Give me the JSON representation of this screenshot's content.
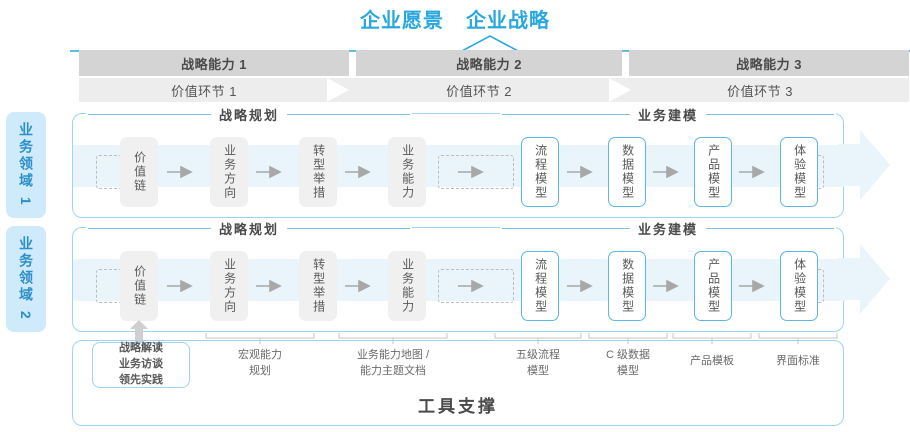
{
  "header": {
    "title_vision": "企业愿景",
    "title_strategy": "企业战略",
    "accent_color": "#29a8e0"
  },
  "capabilities": [
    {
      "label": "战略能力 1"
    },
    {
      "label": "战略能力 2"
    },
    {
      "label": "战略能力 3"
    }
  ],
  "value_stages": [
    {
      "label": "价值环节 1"
    },
    {
      "label": "价值环节 2"
    },
    {
      "label": "价值环节 3"
    }
  ],
  "domains": [
    {
      "label": "业务领域 1"
    },
    {
      "label": "业务领域 2"
    }
  ],
  "sections": {
    "planning": "战略规划",
    "modeling": "业务建模"
  },
  "steps_planning": [
    {
      "label": "价值链"
    },
    {
      "label": "业务方向"
    },
    {
      "label": "转型举措"
    },
    {
      "label": "业务能力"
    }
  ],
  "steps_modeling": [
    {
      "label": "流程模型"
    },
    {
      "label": "数据模型"
    },
    {
      "label": "产品模型"
    },
    {
      "label": "体验模型"
    }
  ],
  "tool_support": {
    "pill": "战略解读\n业务访谈\n领先实践",
    "labels": [
      {
        "label": "宏观能力\n规划"
      },
      {
        "label": "业务能力地图 /\n能力主题文档"
      },
      {
        "label": "五级流程\n模型"
      },
      {
        "label": "C 级数据\n模型"
      },
      {
        "label": "产品模板"
      },
      {
        "label": "界面标准"
      }
    ],
    "footer": "工具支撑"
  },
  "colors": {
    "blue": "#29a8e0",
    "light_blue_tab": "#cfeafa",
    "band": "#e9f4fb",
    "gray_bar": "#d4d4d4",
    "light_gray_bar": "#ededed",
    "box_gray": "#f0f0f0",
    "box_blue_border": "#5bb7e4"
  }
}
